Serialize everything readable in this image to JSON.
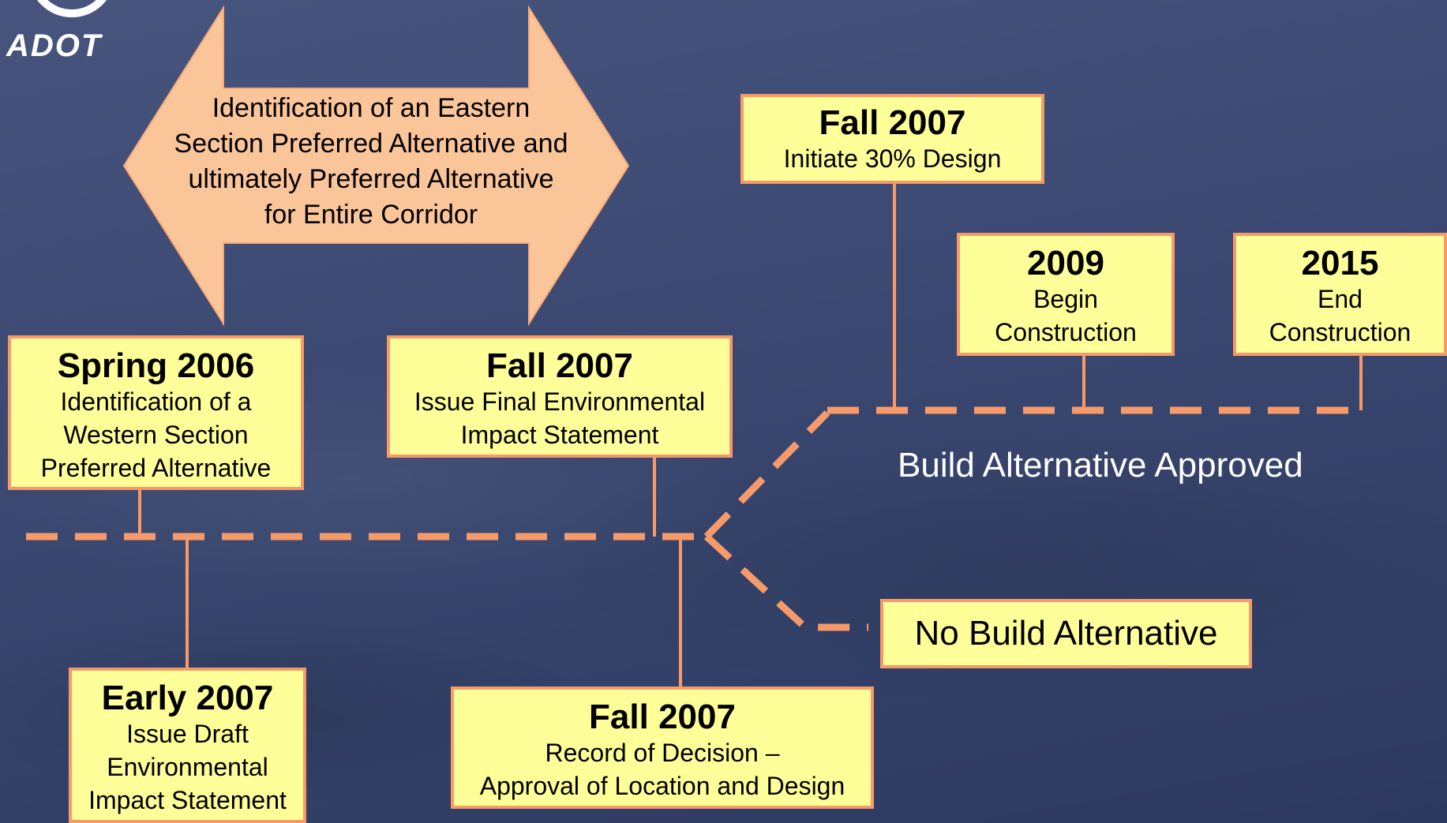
{
  "logo": {
    "text": "ADOT"
  },
  "double_arrow": {
    "lines": [
      "Identification of an Eastern",
      "Section Preferred Alternative and",
      "ultimately Preferred Alternative",
      "for Entire Corridor"
    ]
  },
  "milestones": {
    "spring_2006": {
      "title": "Spring 2006",
      "lines": [
        "Identification of a",
        "Western Section",
        "Preferred Alternative"
      ]
    },
    "fall_2007_feis": {
      "title": "Fall 2007",
      "lines": [
        "Issue Final Environmental",
        "Impact Statement"
      ]
    },
    "early_2007": {
      "title": "Early 2007",
      "lines": [
        "Issue Draft",
        "Environmental",
        "Impact Statement"
      ]
    },
    "fall_2007_rod": {
      "title": "Fall 2007",
      "lines": [
        "Record of Decision –",
        "Approval of Location and Design"
      ]
    },
    "fall_2007_design": {
      "title": "Fall 2007",
      "lines": [
        "Initiate 30% Design"
      ]
    },
    "y2009": {
      "title": "2009",
      "lines": [
        "Begin",
        "Construction"
      ]
    },
    "y2015": {
      "title": "2015",
      "lines": [
        "End",
        "Construction"
      ]
    }
  },
  "branches": {
    "build_label": "Build Alternative Approved",
    "no_build_label": "No Build Alternative"
  },
  "colors": {
    "box_fill": "#ffff99",
    "box_border": "#f79a6a",
    "arrow_fill": "#fbc59a",
    "line": "#f79a6a",
    "background": "#3d4b74"
  }
}
